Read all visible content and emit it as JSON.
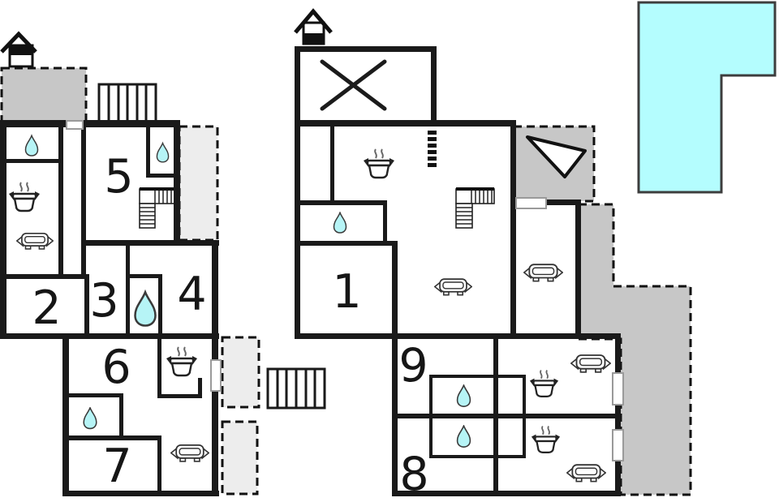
{
  "plan_type": "floor-plan",
  "rooms": [
    {
      "number": "1"
    },
    {
      "number": "2"
    },
    {
      "number": "3"
    },
    {
      "number": "4"
    },
    {
      "number": "5"
    },
    {
      "number": "6"
    },
    {
      "number": "7"
    },
    {
      "number": "8"
    },
    {
      "number": "9"
    }
  ],
  "colors": {
    "wall": "#1a1a1a",
    "pool": "#b4fdfe",
    "water": "#b6f4f6",
    "terrace_light": "#ededed",
    "terrace_dark": "#c7c7c7",
    "icon_stroke": "#2b2b2b",
    "background": "#ffffff"
  },
  "icons": {
    "water-drop": "teardrop",
    "sofa": "couch top-view outline",
    "stove-pot": "cooking pot with steam",
    "staircase": "L-shaped stairs with treads",
    "chimney": "fireplace marker",
    "pool": "L-shaped swimming pool",
    "steps-hatch": "hatched exterior steps",
    "x-mark": "crossed-out annex",
    "direction-triangle": "triangle marker",
    "window": "wall window opening",
    "door-opening": "dashed opening"
  },
  "features": {
    "water_drops": 7,
    "sofas": 6,
    "stoves": 5,
    "staircases": 2,
    "chimneys": 2,
    "windows": 5,
    "pools": 1,
    "terraces": 6
  }
}
